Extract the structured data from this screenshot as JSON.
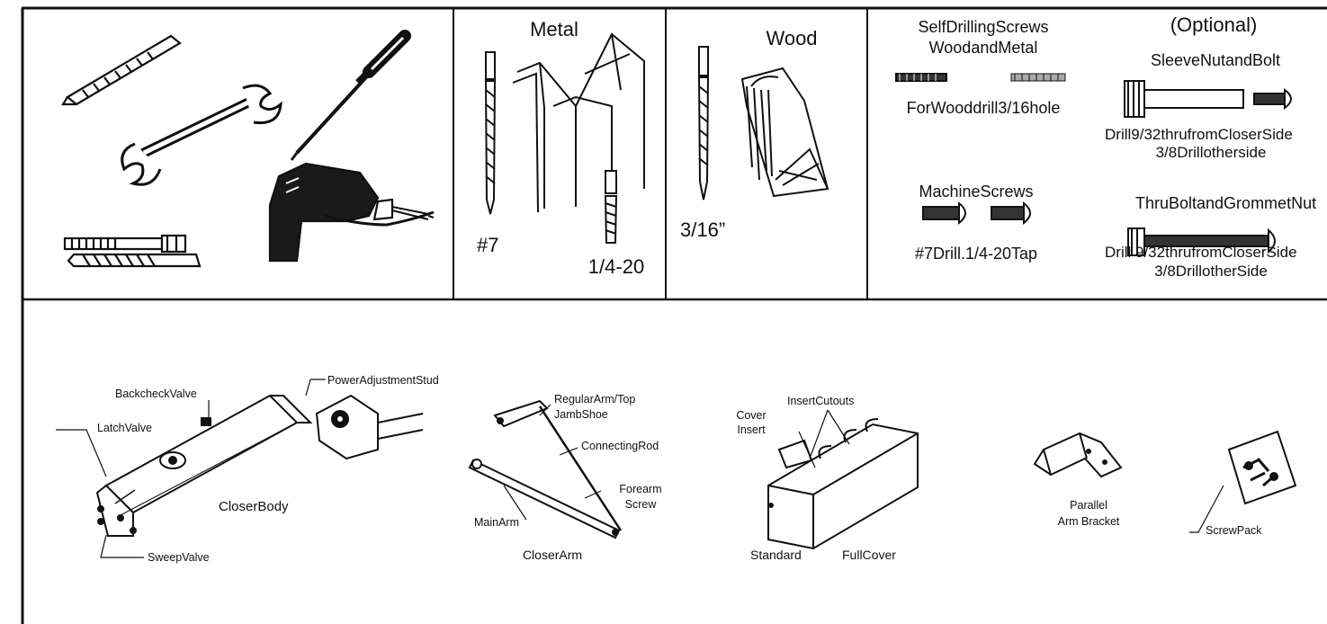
{
  "tools_panel": {
    "icons": [
      "drill-bit-icon",
      "wrench-icon",
      "screwdriver-icon",
      "tap-icon",
      "drill-bit-icon",
      "power-drill-icon"
    ]
  },
  "metal_panel": {
    "title": "Metal",
    "drill_size": "#7",
    "tap_size": "1/4-20"
  },
  "wood_panel": {
    "title": "Wood",
    "drill_size": "3/16”"
  },
  "screws_panel": {
    "self_drilling_line1": "SelfDrillingScrews",
    "self_drilling_line2": "WoodandMetal",
    "wood_note": "ForWooddrill3/16hole",
    "machine_title": "MachineScrews",
    "machine_note": "#7Drill.1/4-20Tap"
  },
  "optional_panel": {
    "optional_label": "(Optional)",
    "sleeve_title": "SleeveNutandBolt",
    "sleeve_note_line1": "Drill9/32thrufromCloserSide",
    "sleeve_note_line2": "3/8Drillotherside",
    "thru_title": "ThruBoltandGrommetNut",
    "thru_note_line1": "Drill 9/32thrufromCloserSide",
    "thru_note_line2": "3/8DrillotherSide"
  },
  "parts_panel": {
    "closer_body": {
      "backcheck_valve": "BackcheckValve",
      "power_adjustment_stud": "PowerAdjustmentStud",
      "latch_valve": "LatchValve",
      "closer_body": "CloserBody",
      "sweep_valve": "SweepValve"
    },
    "closer_arm": {
      "regular_arm_line1": "RegularArm/Top",
      "regular_arm_line2": "JambShoe",
      "connecting_rod": "ConnectingRod",
      "forearm_screw_line1": "Forearm",
      "forearm_screw_line2": "Screw",
      "main_arm": "MainArm",
      "caption": "CloserArm"
    },
    "cover": {
      "insert_cutouts": "InsertCutouts",
      "cover_insert_line1": "Cover",
      "cover_insert_line2": "Insert",
      "standard": "Standard",
      "full_cover": "FullCover"
    },
    "bracket": {
      "line1": "Parallel",
      "line2": "Arm Bracket"
    },
    "screw_pack": "ScrewPack"
  }
}
